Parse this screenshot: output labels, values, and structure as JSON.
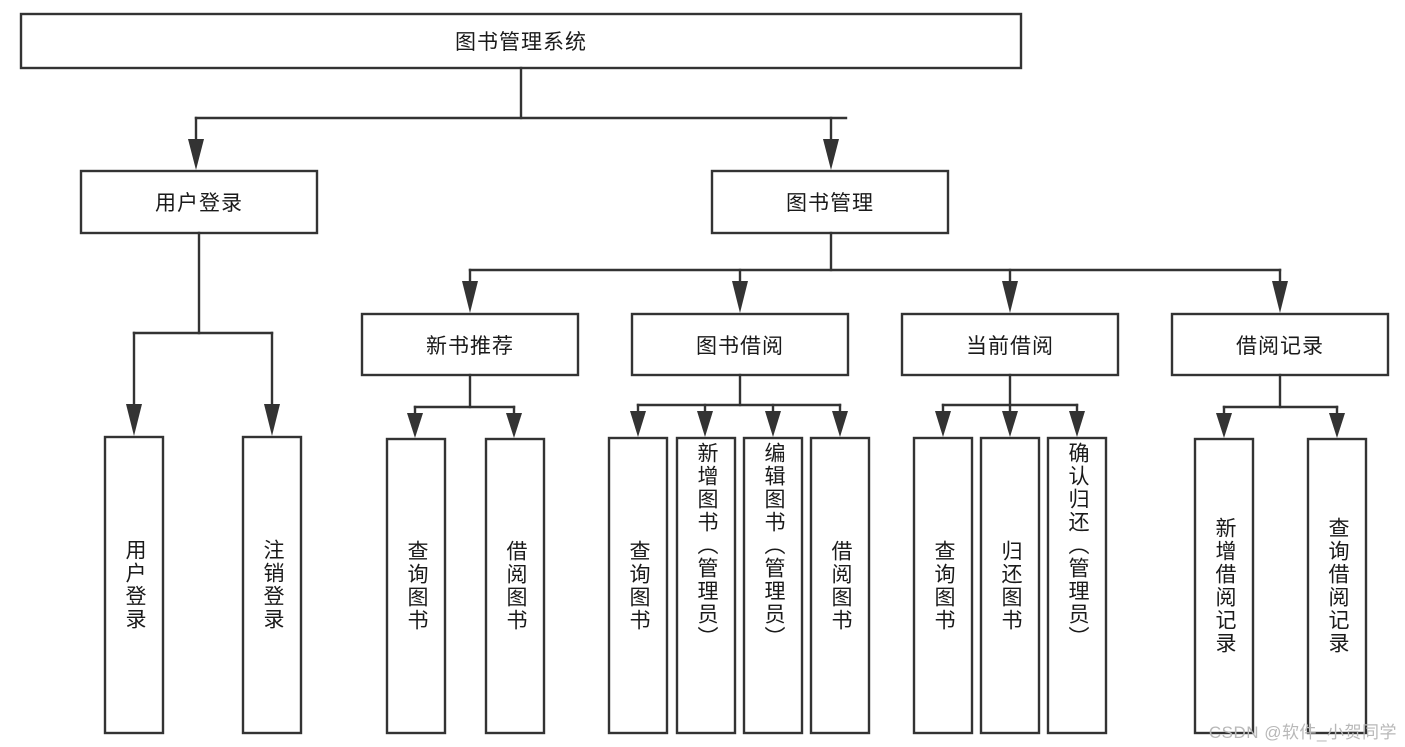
{
  "diagram": {
    "type": "tree-hierarchy",
    "title": "图书管理系统",
    "orientation": "top-down",
    "watermark": "CSDN @软件_小贺同学",
    "colors": {
      "box_stroke": "#333333",
      "box_fill": "#ffffff",
      "text": "#1a1a1a",
      "connector": "#333333",
      "watermark": "#b8b8b8",
      "background": "#ffffff"
    },
    "root": {
      "label": "图书管理系统"
    },
    "level2": [
      {
        "label": "用户登录"
      },
      {
        "label": "图书管理"
      }
    ],
    "level3": [
      {
        "label": "新书推荐"
      },
      {
        "label": "图书借阅"
      },
      {
        "label": "当前借阅"
      },
      {
        "label": "借阅记录"
      }
    ],
    "leaves": {
      "user_login": [
        {
          "label": "用户登录"
        },
        {
          "label": "注销登录"
        }
      ],
      "new_book_recommend": [
        {
          "label": "查询图书"
        },
        {
          "label": "借阅图书"
        }
      ],
      "book_borrow": [
        {
          "label": "查询图书"
        },
        {
          "label": "新增图书（管理员）"
        },
        {
          "label": "编辑图书（管理员）"
        },
        {
          "label": "借阅图书"
        }
      ],
      "current_borrow": [
        {
          "label": "查询图书"
        },
        {
          "label": "归还图书"
        },
        {
          "label": "确认归还（管理员）"
        }
      ],
      "borrow_record": [
        {
          "label": "新增借阅记录"
        },
        {
          "label": "查询借阅记录"
        }
      ]
    }
  }
}
